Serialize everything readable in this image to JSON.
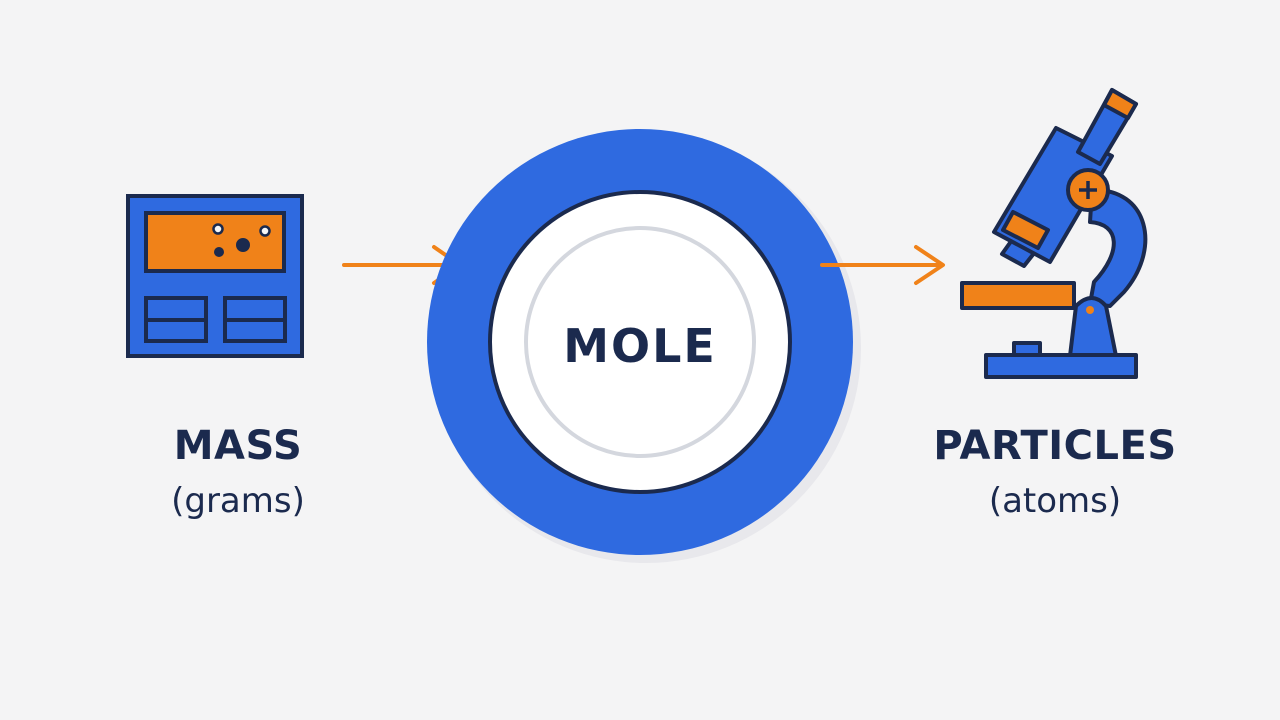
{
  "colors": {
    "background": "#f4f4f5",
    "primary_blue": "#2f6ae0",
    "accent_orange": "#f08219",
    "outline_navy": "#1b2a4e",
    "inner_white": "#ffffff"
  },
  "left_node": {
    "icon": "balance-scale-icon",
    "title": "MASS",
    "subtitle": "(grams)"
  },
  "center_node": {
    "label": "MOLE"
  },
  "right_node": {
    "icon": "microscope-icon",
    "title": "PARTICLES",
    "subtitle": "(atoms)"
  },
  "connectors": [
    {
      "from": "MASS",
      "to": "MOLE",
      "icon": "arrow-right-icon"
    },
    {
      "from": "MOLE",
      "to": "PARTICLES",
      "icon": "arrow-right-icon"
    }
  ]
}
